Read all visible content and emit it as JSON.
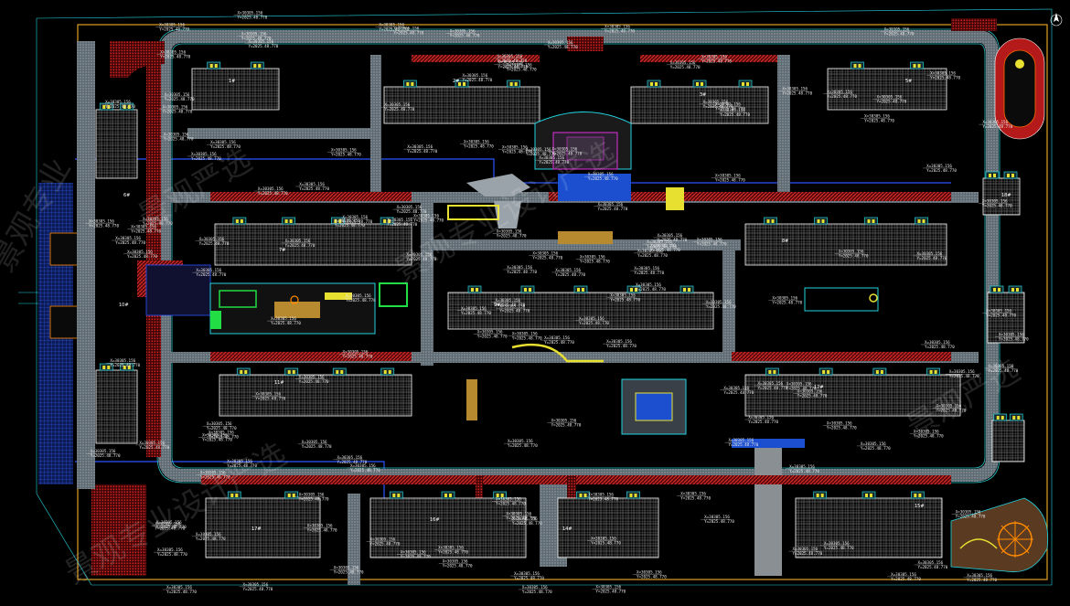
{
  "plan": {
    "title": "",
    "colors": {
      "background": "#000000",
      "road": "#6b7880",
      "road_edge": "#27c2c8",
      "building_outline": "#ffffff",
      "red_hatch": "#c41e1e",
      "boundary_yellow": "#e0a020",
      "boundary_blue": "#2a55ff",
      "cyan": "#22d4e0",
      "magenta": "#e030e0",
      "green": "#22dd44",
      "yellow_feature": "#e8e030",
      "orange": "#ff8a00",
      "gray_plaza": "#8a8f94"
    }
  },
  "watermark": {
    "text_a": "景观专业",
    "text_b": "景观严选",
    "text_c": "景观专业设计严选"
  },
  "labels": {
    "building_tags": [
      "1#",
      "2#",
      "3#",
      "5#",
      "6#",
      "7#",
      "8#",
      "9#",
      "10#",
      "11#",
      "12#",
      "14#",
      "15#",
      "16#",
      "17#",
      "18#"
    ],
    "coordinate_sample_x": "X=30305.156",
    "coordinate_sample_y": "Y=2025.48.770"
  },
  "icons": {
    "compass": "north-arrow-icon",
    "running_track": "running-track-icon",
    "playground": "playground-icon"
  }
}
